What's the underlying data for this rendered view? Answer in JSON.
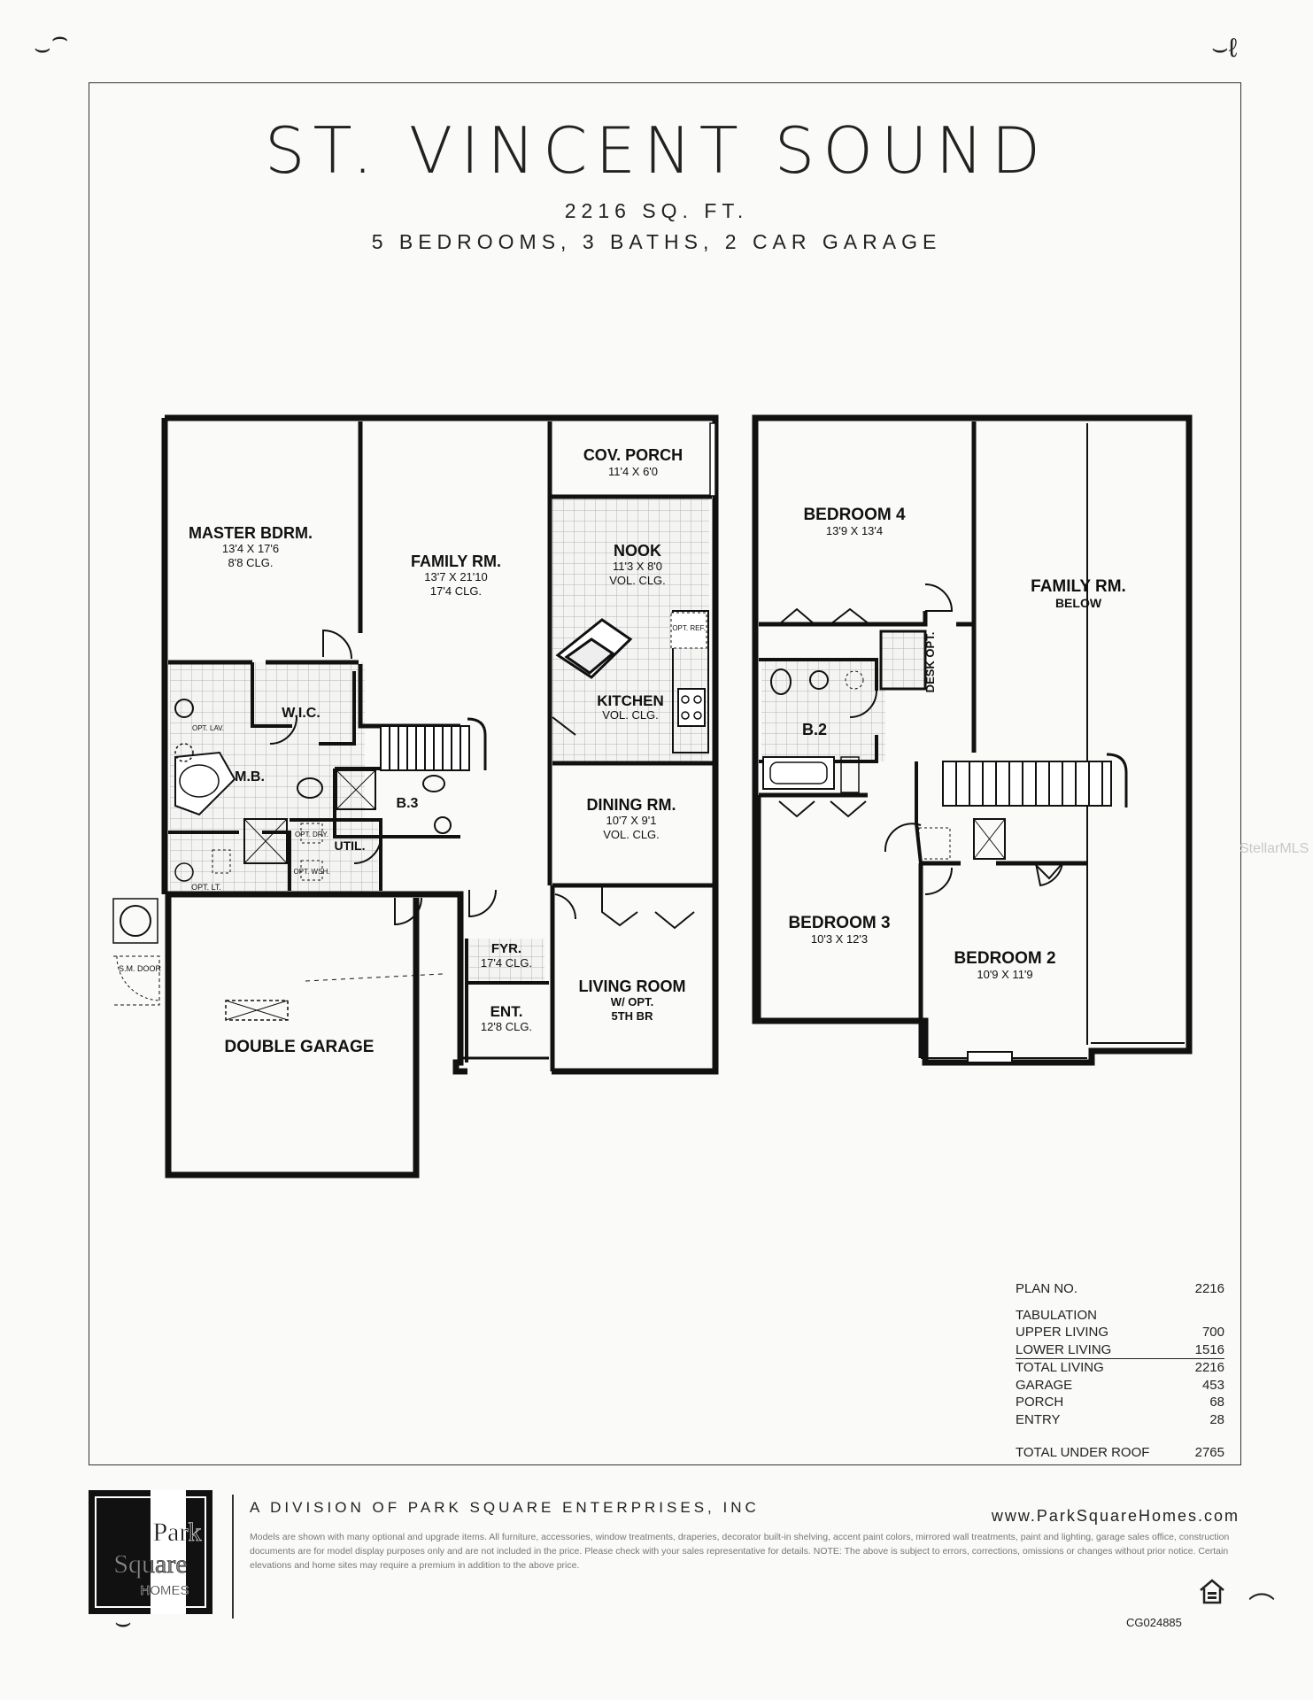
{
  "header": {
    "title": "ST. VINCENT SOUND",
    "square_feet": "2216 SQ. FT.",
    "summary": "5 BEDROOMS, 3 BATHS, 2 CAR GARAGE"
  },
  "rooms": {
    "master": {
      "name": "MASTER BDRM.",
      "dims": "13'4 X 17'6",
      "ceiling": "8'8 CLG."
    },
    "family": {
      "name": "FAMILY RM.",
      "dims": "13'7 X 21'10",
      "ceiling": "17'4 CLG."
    },
    "porch": {
      "name": "COV. PORCH",
      "dims": "11'4 X 6'0"
    },
    "nook": {
      "name": "NOOK",
      "dims": "11'3 X 8'0",
      "ceiling": "VOL. CLG."
    },
    "opt_ref": {
      "name": "OPT. REF."
    },
    "kitchen": {
      "name": "KITCHEN",
      "ceiling": "VOL. CLG."
    },
    "wic": {
      "name": "W.I.C."
    },
    "opt_lav": {
      "name": "OPT. LAV."
    },
    "mb": {
      "name": "M.B."
    },
    "b3": {
      "name": "B.3"
    },
    "util": {
      "name": "UTIL."
    },
    "opt_dry": {
      "name": "OPT. DRY."
    },
    "opt_wsh": {
      "name": "OPT. WSH."
    },
    "opt_lt": {
      "name": "OPT. LT."
    },
    "dining": {
      "name": "DINING RM.",
      "dims": "10'7 X 9'1",
      "ceiling": "VOL. CLG."
    },
    "garage": {
      "name": "DOUBLE GARAGE"
    },
    "sm_door": {
      "name": "S.M. DOOR"
    },
    "foyer": {
      "name": "FYR.",
      "ceiling": "17'4 CLG."
    },
    "entry": {
      "name": "ENT.",
      "ceiling": "12'8 CLG."
    },
    "living": {
      "name": "LIVING ROOM",
      "line2": "W/ OPT.",
      "line3": "5TH BR"
    },
    "bed4": {
      "name": "BEDROOM 4",
      "dims": "13'9 X 13'4"
    },
    "family_below": {
      "name": "FAMILY RM.",
      "line2": "BELOW"
    },
    "desk": {
      "name": "DESK OPT."
    },
    "b2": {
      "name": "B.2"
    },
    "bed3": {
      "name": "BEDROOM 3",
      "dims": "10'3 X 12'3"
    },
    "bed2": {
      "name": "BEDROOM 2",
      "dims": "10'9 X 11'9"
    }
  },
  "tabulation": {
    "plan_label": "PLAN NO.",
    "plan_value": "2216",
    "heading": "TABULATION",
    "rows": [
      {
        "label": "UPPER LIVING",
        "value": "700"
      },
      {
        "label": "LOWER LIVING",
        "value": "1516"
      },
      {
        "label": "TOTAL LIVING",
        "value": "2216"
      },
      {
        "label": "GARAGE",
        "value": "453"
      },
      {
        "label": "PORCH",
        "value": "68"
      },
      {
        "label": "ENTRY",
        "value": "28"
      }
    ],
    "total_label": "TOTAL UNDER ROOF",
    "total_value": "2765"
  },
  "footer": {
    "logo_line1": "Park",
    "logo_line2": "Square",
    "logo_line3": "HOMES",
    "division": "A DIVISION OF PARK SQUARE ENTERPRISES, INC",
    "website": "www.ParkSquareHomes.com",
    "legal": "Models are shown with many optional and upgrade items. All furniture, accessories, window treatments, draperies, decorator built-in shelving, accent paint colors, mirrored wall treatments, paint and lighting, garage sales office, construction documents are for model display purposes only and are not included in the price. Please check with your sales representative for details. NOTE: The above is subject to errors, corrections, omissions or changes without prior notice. Certain elevations and home sites may require a premium in addition to the above price.",
    "code": "CG024885"
  },
  "watermark": "StellarMLS"
}
